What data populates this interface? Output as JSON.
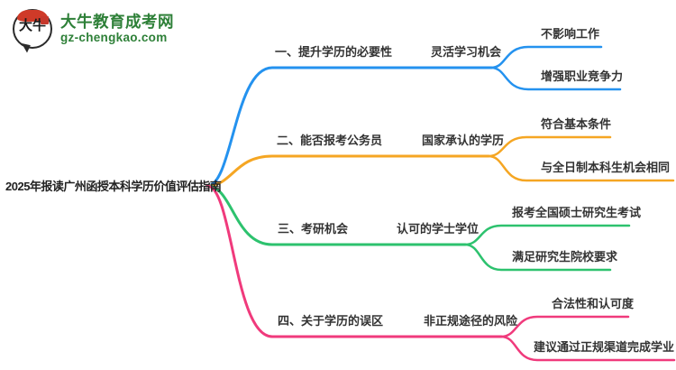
{
  "logo": {
    "mark_text": "大牛",
    "site_name": "大牛教育成考网",
    "site_domain": "gz-chengkao.com",
    "brand_green": "#2E8038",
    "brand_red": "#CF3A28"
  },
  "mindmap": {
    "root_title": "2025年报读广州函授本科学历价值评估指南",
    "text_color": "#333333",
    "branches": [
      {
        "label": "一、提升学历的必要性",
        "sub_label": "灵活学习机会",
        "color": "#2492EF",
        "children": [
          "不影响工作",
          "增强职业竞争力"
        ]
      },
      {
        "label": "二、能否报考公务员",
        "sub_label": "国家承认的学历",
        "color": "#F5A623",
        "children": [
          "符合基本条件",
          "与全日制本科生机会相同"
        ]
      },
      {
        "label": "三、考研机会",
        "sub_label": "认可的学士学位",
        "color": "#2DC26E",
        "children": [
          "报考全国硕士研究生考试",
          "满足研究生院校要求"
        ]
      },
      {
        "label": "四、关于学历的误区",
        "sub_label": "非正规途径的风险",
        "color": "#F03A7C",
        "children": [
          "合法性和认可度",
          "建议通过正规渠道完成学业"
        ]
      }
    ]
  }
}
